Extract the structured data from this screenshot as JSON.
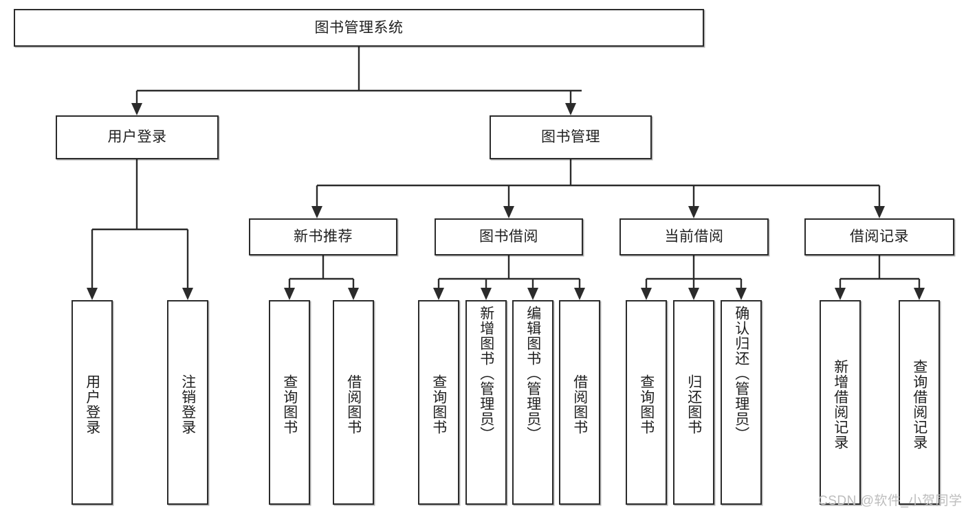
{
  "diagram": {
    "title": "图书管理系统",
    "type": "tree-hierarchy-diagram",
    "root": {
      "label": "图书管理系统"
    },
    "level1": [
      {
        "label": "用户登录"
      },
      {
        "label": "图书管理"
      }
    ],
    "level2": [
      {
        "label": "新书推荐"
      },
      {
        "label": "图书借阅"
      },
      {
        "label": "当前借阅"
      },
      {
        "label": "借阅记录"
      }
    ],
    "leaves": {
      "user_login": [
        {
          "label": "用户登录"
        },
        {
          "label": "注销登录"
        }
      ],
      "new_book_recommend": [
        {
          "label": "查询图书"
        },
        {
          "label": "借阅图书"
        }
      ],
      "book_borrow": [
        {
          "label": "查询图书"
        },
        {
          "label": "新增图书（管理员）"
        },
        {
          "label": "编辑图书（管理员）"
        },
        {
          "label": "借阅图书"
        }
      ],
      "current_borrow": [
        {
          "label": "查询图书"
        },
        {
          "label": "归还图书"
        },
        {
          "label": "确认归还（管理员）"
        }
      ],
      "borrow_record": [
        {
          "label": "新增借阅记录"
        },
        {
          "label": "查询借阅记录"
        }
      ]
    }
  },
  "watermark": {
    "text": "CSDN @软件_小贺同学"
  },
  "colors": {
    "stroke": "#2b2b2b",
    "background": "#ffffff",
    "text": "#1f1f1f",
    "watermark": "#bdbdbd"
  }
}
